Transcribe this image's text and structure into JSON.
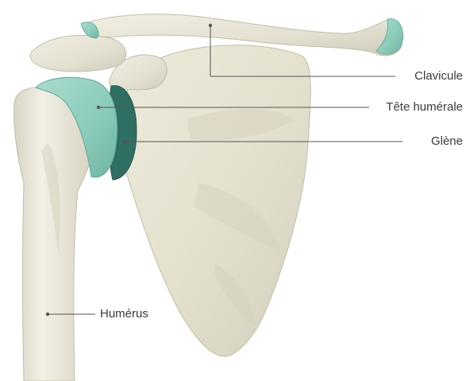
{
  "labels": {
    "clavicule": "Clavicule",
    "tete_humerale": "Tête humérale",
    "glene": "Glène",
    "humerus": "Humérus"
  },
  "colors": {
    "bone": "#e6e4d6",
    "bone_shadow": "#c9c6b4",
    "cartilage": "#8fcfc0",
    "cartilage_dark": "#5fa898",
    "leader_line": "#555555"
  }
}
